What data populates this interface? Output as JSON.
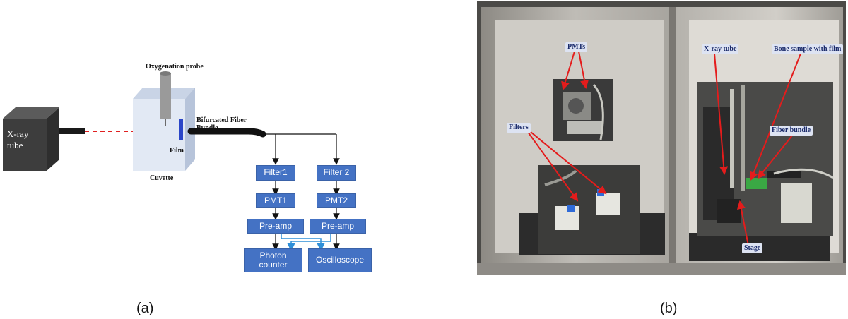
{
  "panel_a": {
    "xray_tube_label": "X-ray\ntube",
    "oxygenation_probe_label": "Oxygenation probe",
    "film_label": "Film",
    "cuvette_label": "Cuvette",
    "fiber_label": "Bifurcated Fiber\nBundle",
    "filter1": "Filter1",
    "filter2": "Filter 2",
    "pmt1": "PMT1",
    "pmt2": "PMT2",
    "preamp1": "Pre-amp",
    "preamp2": "Pre-amp",
    "photon_counter": "Photon\ncounter",
    "oscilloscope": "Oscilloscope",
    "caption": "(a)",
    "colors": {
      "box_blue": "#4472c4",
      "beam_red": "#e02020",
      "signal_blue": "#2f8fd8"
    }
  },
  "panel_b": {
    "labels": {
      "pmts": "PMTs",
      "filters": "Filters",
      "xray_tube": "X-ray tube",
      "bone_sample": "Bone sample with film",
      "fiber_bundle": "Fiber bundle",
      "stage": "Stage"
    },
    "caption": "(b)",
    "colors": {
      "arrow_red": "#e41c1c"
    }
  }
}
